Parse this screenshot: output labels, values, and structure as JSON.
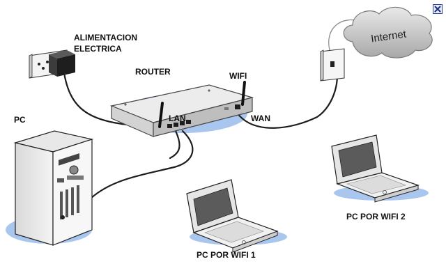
{
  "labels": {
    "power": "ALIMENTACION\nELECTRICA",
    "router": "ROUTER",
    "wifi": "WIFI",
    "lan": "LAN",
    "wan": "WAN",
    "internet": "Internet",
    "pc": "PC",
    "pc_wifi_1": "PC POR WIFI 1",
    "pc_wifi_2": "PC POR WIFI 2"
  },
  "icons": {
    "close": "close-icon"
  },
  "colors": {
    "shadow": "#a9c6ee",
    "cloud": "#c9c9c9",
    "cable": "#1c1c1c",
    "close_border": "#2a3f8f"
  }
}
